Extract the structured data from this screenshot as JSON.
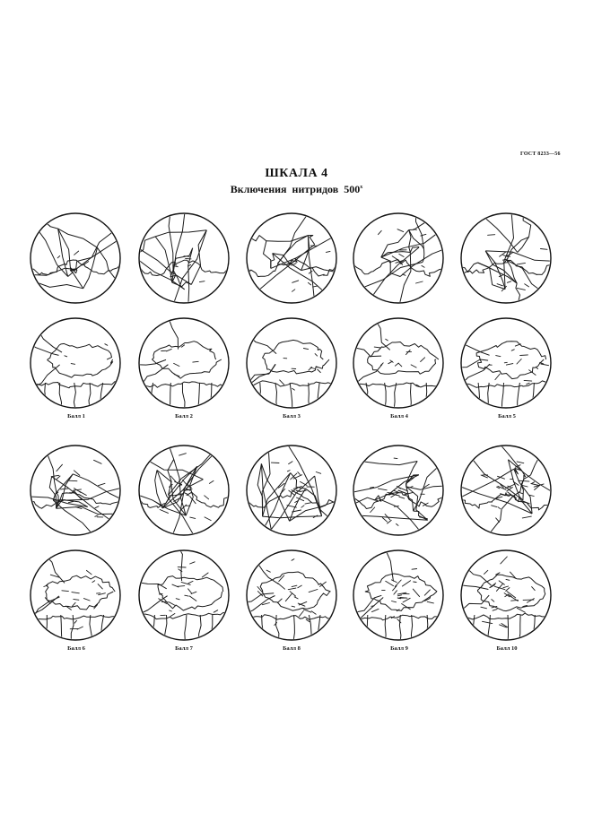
{
  "header": {
    "standard_code": "ГОСТ 8233—56",
    "scale_title": "ШКАЛА 4",
    "scale_subtitle": "Включения нитридов 500",
    "magnification_mark": "x"
  },
  "grades": [
    {
      "label": "Балл 1",
      "density": 0
    },
    {
      "label": "Балл 2",
      "density": 1
    },
    {
      "label": "Балл 3",
      "density": 2
    },
    {
      "label": "Балл 4",
      "density": 3
    },
    {
      "label": "Балл 5",
      "density": 4
    },
    {
      "label": "Балл 6",
      "density": 5
    },
    {
      "label": "Балл 7",
      "density": 6
    },
    {
      "label": "Балл 8",
      "density": 7
    },
    {
      "label": "Балл 9",
      "density": 8
    },
    {
      "label": "Балл 10",
      "density": 9
    }
  ]
}
